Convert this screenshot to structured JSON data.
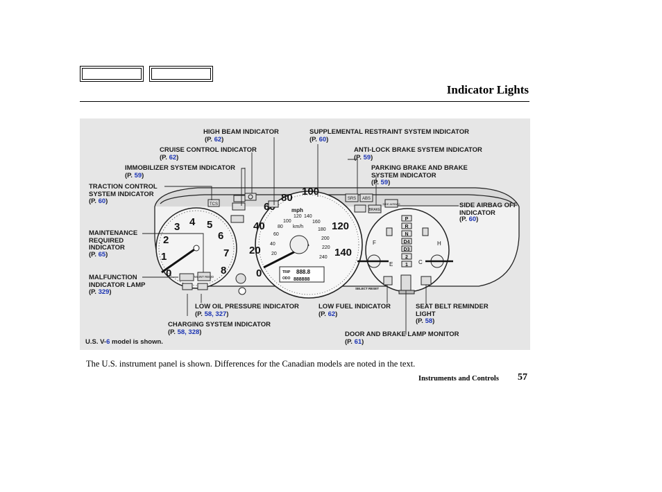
{
  "page": {
    "title": "Indicator Lights",
    "caption": "The U.S. instrument panel is shown. Differences for the Canadian models are noted in the text.",
    "footer_section": "Instruments and Controls",
    "page_number": "57"
  },
  "figure": {
    "model_prefix": "U.S. V-",
    "model_num": "6",
    "model_suffix": " model is shown.",
    "callouts": {
      "high_beam": {
        "l1": "HIGH BEAM INDICATOR",
        "pre": "(P. ",
        "num": "62",
        "post": ")"
      },
      "srs": {
        "l1": "SUPPLEMENTAL RESTRAINT SYSTEM INDICATOR",
        "pre": "(P. ",
        "num": "60",
        "post": ")"
      },
      "cruise": {
        "l1": "CRUISE CONTROL INDICATOR",
        "pre": "(P. ",
        "num": "62",
        "post": ")"
      },
      "abs": {
        "l1": "ANTI-LOCK BRAKE SYSTEM INDICATOR",
        "pre": "(P. ",
        "num": "59",
        "post": ")"
      },
      "immobilizer": {
        "l1": "IMMOBILIZER SYSTEM INDICATOR",
        "pre": "(P. ",
        "num": "59",
        "post": ")"
      },
      "parking_brake": {
        "l1": "PARKING BRAKE AND BRAKE",
        "l2": "SYSTEM INDICATOR",
        "pre": "(P. ",
        "num": "59",
        "post": ")"
      },
      "traction": {
        "l1": "TRACTION CONTROL",
        "l2": "SYSTEM INDICATOR",
        "pre": "(P. ",
        "num": "60",
        "post": ")"
      },
      "side_airbag": {
        "l1": "SIDE AIRBAG OFF",
        "l2": "INDICATOR",
        "pre": "(P. ",
        "num": "60",
        "post": ")"
      },
      "maintenance": {
        "l1": "MAINTENANCE",
        "l2": "REQUIRED",
        "l3": "INDICATOR",
        "pre": "(P. ",
        "num": "65",
        "post": ")"
      },
      "malfunction": {
        "l1": "MALFUNCTION",
        "l2": "INDICATOR LAMP",
        "pre": "(P. ",
        "num": "329",
        "post": ")"
      },
      "low_oil": {
        "l1": "LOW OIL PRESSURE INDICATOR",
        "pre": "(P. ",
        "num": "58, 327",
        "post": ")"
      },
      "low_fuel": {
        "l1": "LOW FUEL INDICATOR",
        "pre": "(P. ",
        "num": "62",
        "post": ")"
      },
      "seat_belt": {
        "l1": "SEAT BELT REMINDER",
        "l2": "LIGHT",
        "pre": "(P. ",
        "num": "58",
        "post": ")"
      },
      "charging": {
        "l1": "CHARGING SYSTEM INDICATOR",
        "pre": "(P. ",
        "num": "58, 328",
        "post": ")"
      },
      "door_brake": {
        "l1": "DOOR AND BRAKE LAMP MONITOR",
        "pre": "(P. ",
        "num": "61",
        "post": ")"
      }
    },
    "gauge_text": {
      "tach": [
        "0",
        "1",
        "2",
        "3",
        "4",
        "5",
        "6",
        "7",
        "8"
      ],
      "speedo_mph": [
        "0",
        "20",
        "40",
        "60",
        "80",
        "100",
        "120",
        "140"
      ],
      "speedo_kmh": [
        "20",
        "40",
        "60",
        "80",
        "100",
        "120",
        "140",
        "160",
        "180",
        "200",
        "220",
        "240"
      ],
      "mph_label": "mph",
      "kmh_label": "km/h",
      "fuel_f": "F",
      "fuel_e": "E",
      "temp_h": "H",
      "temp_c": "C",
      "gears": [
        "P",
        "R",
        "N",
        "D4",
        "D3",
        "2",
        "1"
      ],
      "icon_tcs": "TCS",
      "icon_srs": "SRS",
      "icon_abs": "ABS",
      "icon_brake": "BRAKE",
      "trip_label": "TRIP",
      "odo_label": "ODO",
      "odo_digits": "888888",
      "trip_digits": "888.8",
      "select_reset": "SELECT RESET",
      "maint_label": "MAINT REQD",
      "side_airbag_label": "SIDE AIRBAG"
    }
  }
}
